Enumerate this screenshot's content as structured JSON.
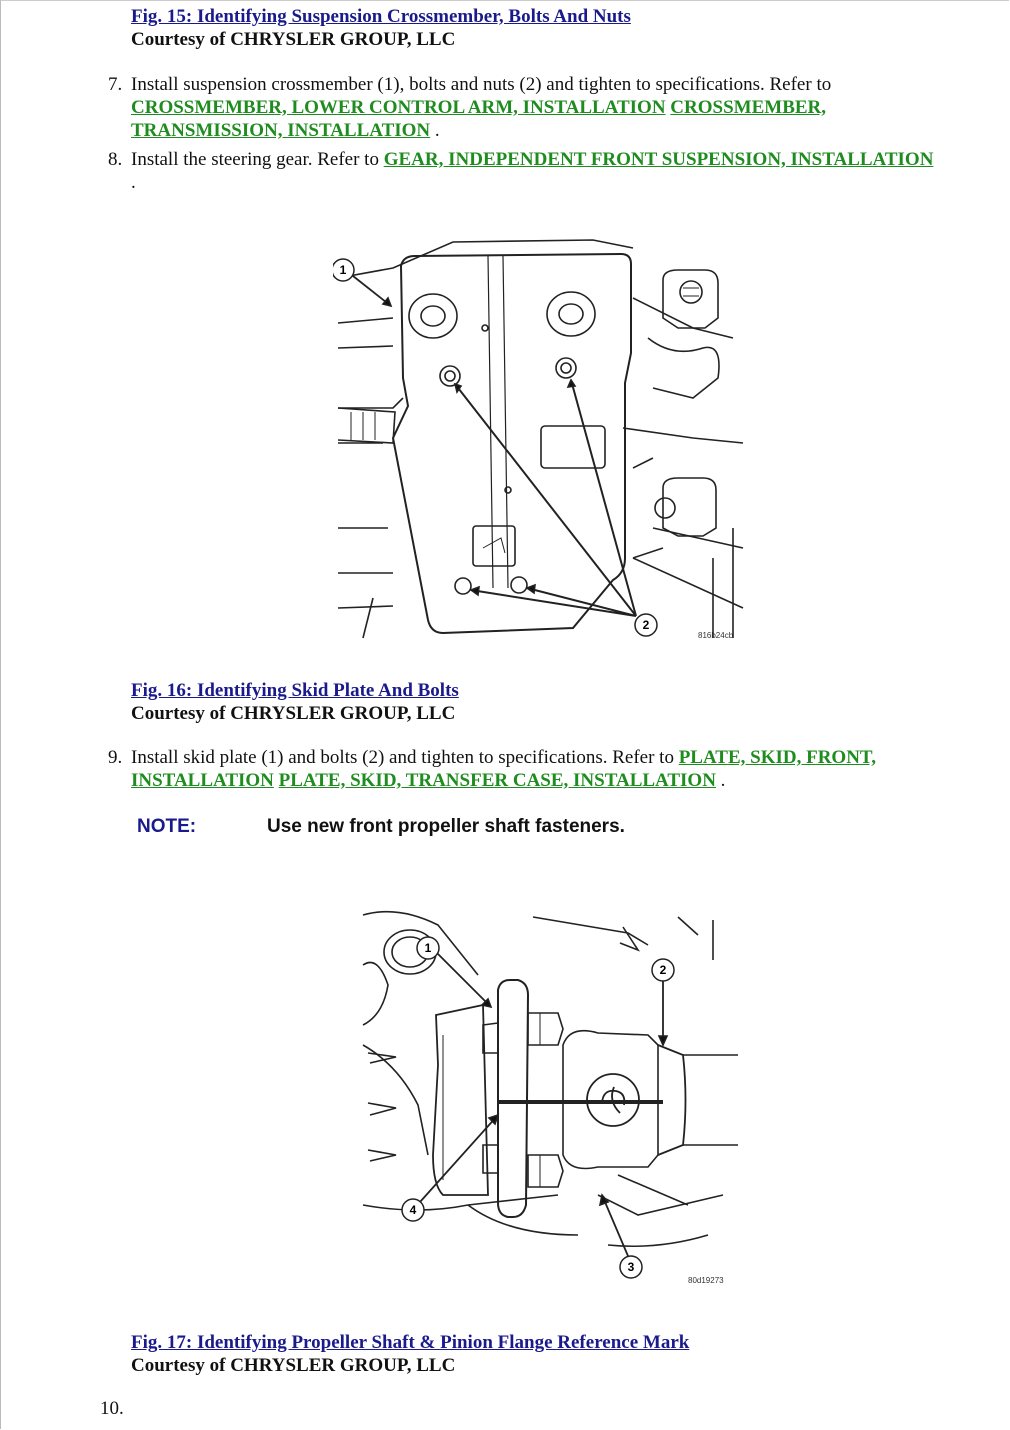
{
  "fig15": {
    "title": "Fig. 15: Identifying Suspension Crossmember, Bolts And Nuts",
    "courtesy": "Courtesy of CHRYSLER GROUP, LLC"
  },
  "steps": [
    {
      "number": "7.",
      "text": "Install suspension crossmember (1), bolts and nuts (2) and tighten to specifications. Refer to ",
      "links": [
        "CROSSMEMBER, LOWER CONTROL ARM, INSTALLATION",
        "CROSSMEMBER, TRANSMISSION, INSTALLATION"
      ],
      "tail": " ."
    },
    {
      "number": "8.",
      "text": "Install the steering gear. Refer to ",
      "links": [
        "GEAR, INDEPENDENT FRONT SUSPENSION, INSTALLATION"
      ],
      "tail": " ."
    },
    {
      "number": "9.",
      "text": "Install skid plate (1) and bolts (2) and tighten to specifications. Refer to ",
      "links": [
        "PLATE, SKID, FRONT, INSTALLATION",
        "PLATE, SKID, TRANSFER CASE, INSTALLATION"
      ],
      "tail": " ."
    }
  ],
  "fig16": {
    "title": "Fig. 16: Identifying Skid Plate And Bolts",
    "courtesy": "Courtesy of CHRYSLER GROUP, LLC",
    "code": "816b24cb",
    "callouts": [
      "1",
      "2"
    ]
  },
  "note": {
    "label": "NOTE:",
    "text": "Use new front propeller shaft fasteners."
  },
  "fig17": {
    "title": "Fig. 17: Identifying Propeller Shaft & Pinion Flange Reference Mark",
    "courtesy": "Courtesy of CHRYSLER GROUP, LLC",
    "code": "80d19273",
    "callouts": [
      "1",
      "2",
      "3",
      "4"
    ]
  },
  "next_step_number": "10."
}
